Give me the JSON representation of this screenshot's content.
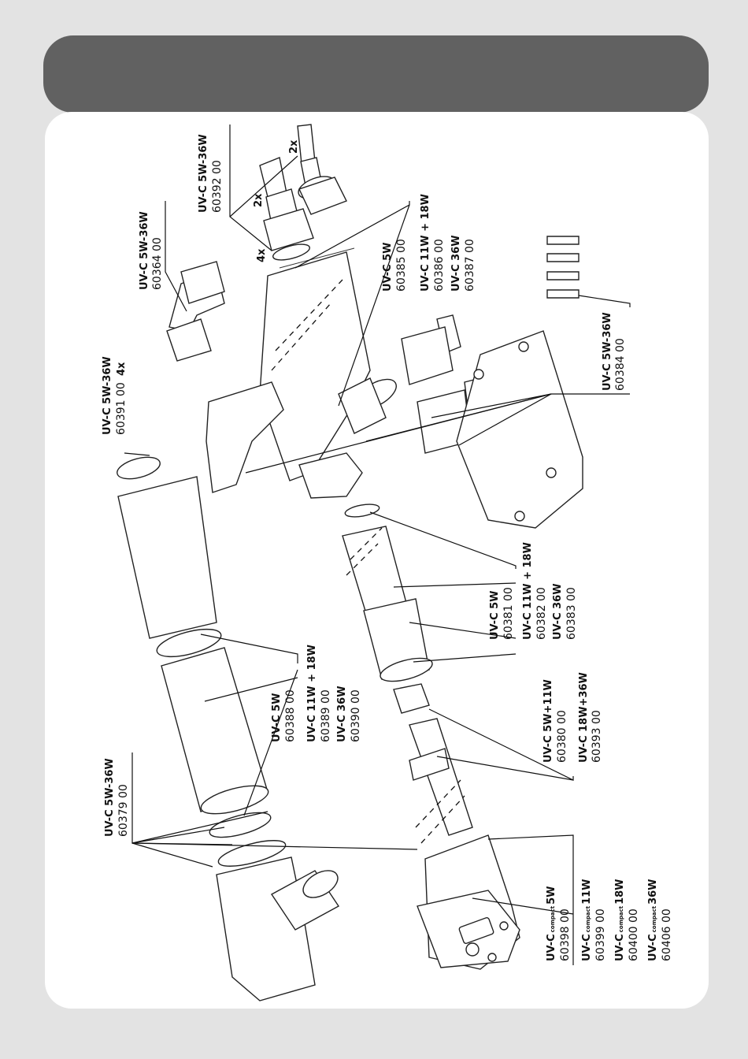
{
  "labels": {
    "l60392": {
      "model": "UV-C 5W-36W",
      "code": "60392 00"
    },
    "l60364": {
      "model": "UV-C 5W-36W",
      "code": "60364 00"
    },
    "l60385": {
      "m1": "UV-C 5W",
      "c1": "60385 00",
      "m2": "UV-C 11W + 18W",
      "c2": "60386 00",
      "m3": "UV-C 36W",
      "c3": "60387 00"
    },
    "l60391": {
      "model": "UV-C 5W-36W",
      "code": "60391 00",
      "qty": "4x"
    },
    "l60384": {
      "model": "UV-C 5W-36W",
      "code": "60384 00"
    },
    "l60381": {
      "m1": "UV-C 5W",
      "c1": "60381 00",
      "m2": "UV-C 11W + 18W",
      "c2": "60382 00",
      "m3": "UV-C 36W",
      "c3": "60383 00"
    },
    "l60388": {
      "m1": "UV-C 5W",
      "c1": "60388 00",
      "m2": "UV-C 11W + 18W",
      "c2": "60389 00",
      "m3": "UV-C 36W",
      "c3": "60390 00"
    },
    "l60380": {
      "m1": "UV-C 5W+11W",
      "c1": "60380 00",
      "m2": "UV-C 18W+36W",
      "c2": "60393 00"
    },
    "l60379": {
      "model": "UV-C 5W-36W",
      "code": "60379 00"
    },
    "compact": {
      "prefix": "UV-C",
      "sub": "compact",
      "w1": "5W",
      "c1": "60398 00",
      "w2": "11W",
      "c2": "60399 00",
      "w3": "18W",
      "c3": "60400 00",
      "w4": "36W",
      "c4": "60406 00"
    },
    "qty": {
      "twox_a": "2x",
      "twox_b": "2x",
      "fourx": "4x"
    }
  }
}
